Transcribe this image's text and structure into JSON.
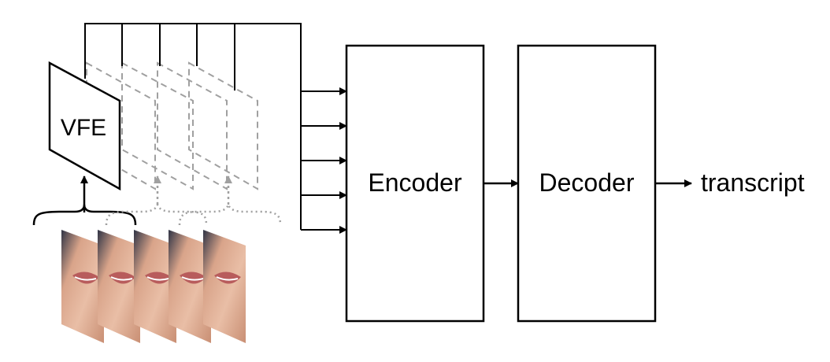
{
  "labels": {
    "vfe": "VFE",
    "encoder": "Encoder",
    "decoder": "Decoder",
    "output": "transcript"
  },
  "colors": {
    "stroke": "#000000",
    "dashed": "#a0a0a0",
    "background": "#ffffff",
    "skin_light": "#e8b9a0",
    "skin_mid": "#cf9478",
    "lips": "#b85c5c",
    "hair": "#3a3f52"
  },
  "mouth_frame_count": 5,
  "encoder_input_arrow_count": 5
}
